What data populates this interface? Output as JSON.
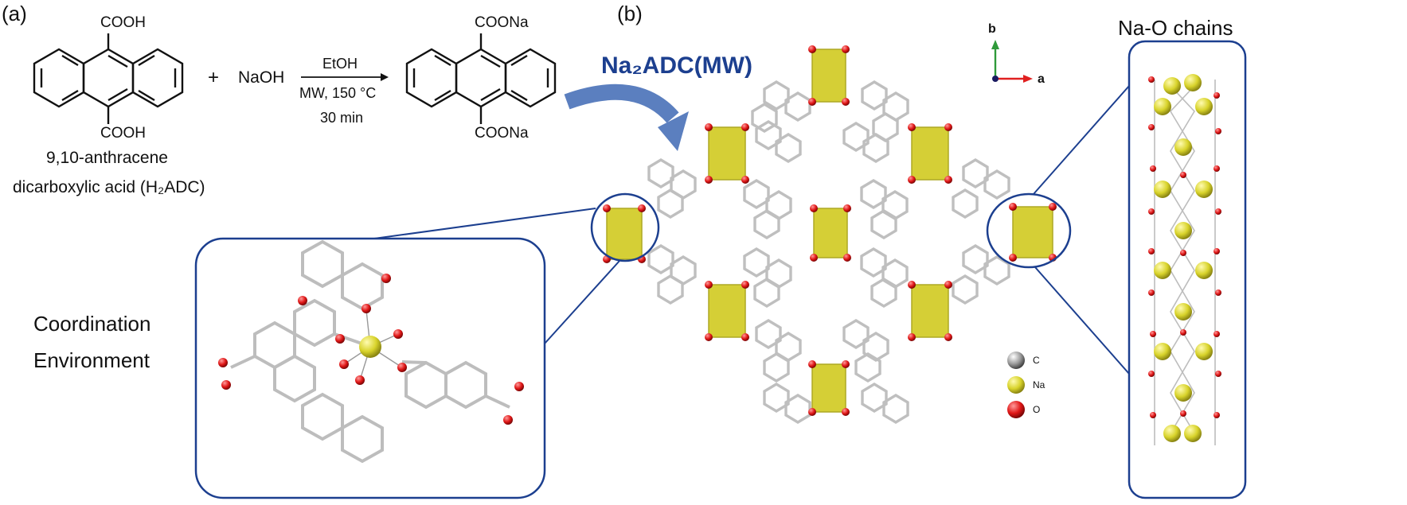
{
  "panels": {
    "a_label": "(a)",
    "b_label": "(b)"
  },
  "reaction": {
    "reactant_top_group": "COOH",
    "reactant_bottom_group": "COOH",
    "plus": "+",
    "reagent": "NaOH",
    "solvent": "EtOH",
    "conditions": "MW, 150 °C",
    "time": "30 min",
    "product_top_group": "COONa",
    "product_bottom_group": "COONa",
    "reactant_name_line1": "9,10-anthracene",
    "reactant_name_line2": "dicarboxylic acid (H₂ADC)"
  },
  "structure": {
    "title": "Na₂ADC(MW)",
    "axis_b": "b",
    "axis_a": "a",
    "chain_label": "Na-O chains",
    "coordination_line1": "Coordination",
    "coordination_line2": "Environment"
  },
  "legend": [
    {
      "symbol": "C",
      "color": "#8a8a8a"
    },
    {
      "symbol": "Na",
      "color": "#c9c21a"
    },
    {
      "symbol": "O",
      "color": "#d41414"
    }
  ],
  "colors": {
    "navy": "#1c3f8f",
    "arrow_blue": "#5b7fbf",
    "na_yellow": "#d8d32b",
    "oxygen_red": "#e01616",
    "bond_gray": "#b8b8b8"
  }
}
